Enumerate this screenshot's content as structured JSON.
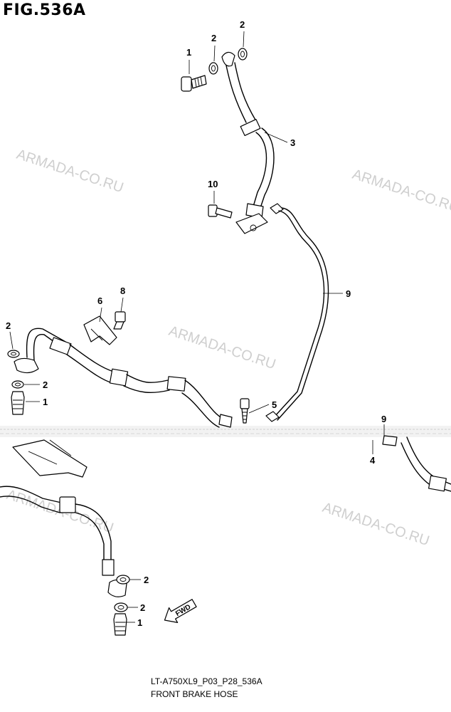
{
  "figure": {
    "title": "FIG.536A"
  },
  "watermark": {
    "text": "ARMADA-CO.RU"
  },
  "callouts": [
    "1",
    "2",
    "3",
    "4",
    "5",
    "6",
    "8",
    "9",
    "10"
  ],
  "caption": {
    "code": "LT-A750XL9_P03_P28_536A",
    "name": "FRONT BRAKE HOSE"
  },
  "direction_marker": {
    "label": "FWD"
  }
}
